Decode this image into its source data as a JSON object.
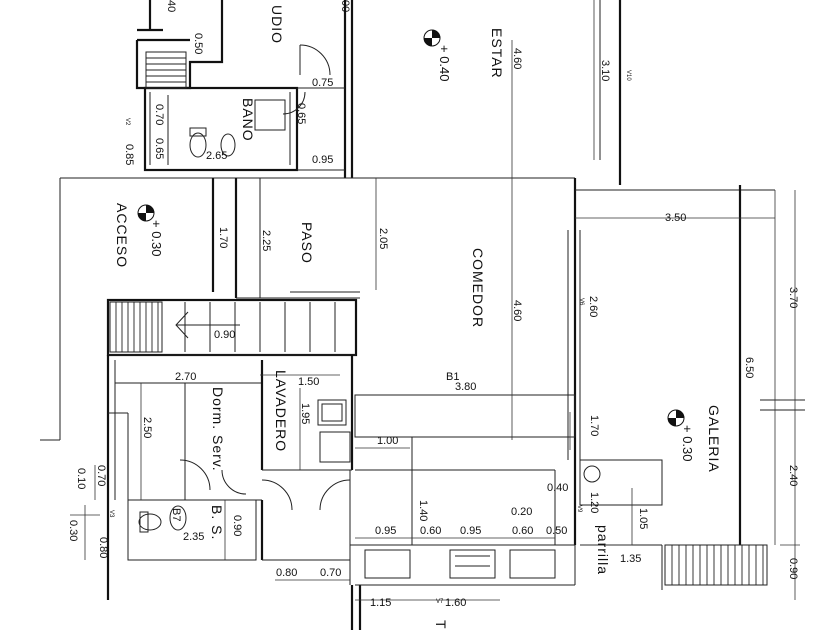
{
  "rooms": {
    "estudio": "UDIO",
    "estar": "ESTAR",
    "bano": "BANO",
    "acceso": "ACCESO",
    "paso": "PASO",
    "comedor": "COMEDOR",
    "galeria": "GALERIA",
    "lavadero": "LAVADERO",
    "dorm_serv": "Dorm. Serv.",
    "bs": "B. S.",
    "parrilla": "parrilla",
    "cut_bottom": "T"
  },
  "levels": {
    "estar": "+ 0.40",
    "acceso": "+ 0.30",
    "galeria": "+ 0.30"
  },
  "tags": {
    "b7": "B7",
    "b1": "B1",
    "v2": "V2",
    "v3": "V3",
    "v6": "V6",
    "v7": "V7",
    "v9": "V9",
    "v10": "V10"
  },
  "dimensions": {
    "d_050": "0.50",
    "d_075": "0.75",
    "d_065a": "0.65",
    "d_070a": "0.70",
    "d_065b": "0.65",
    "d_085": "0.85",
    "d_265": "2.65",
    "d_095a": "0.95",
    "d_460a": "4.60",
    "d_310": "3.10",
    "d_170a": "1.70",
    "d_225": "2.25",
    "d_205": "2.05",
    "d_460b": "4.60",
    "d_350": "3.50",
    "d_370": "3.70",
    "d_260": "2.60",
    "d_650": "6.50",
    "d_090a": "0.90",
    "d_270": "2.70",
    "d_150": "1.50",
    "d_195": "1.95",
    "d_380": "3.80",
    "d_250": "2.50",
    "d_100": "1.00",
    "d_170b": "1.70",
    "d_240": "2.40",
    "d_010": "0.10",
    "d_070b": "0.70",
    "d_040": "0.40",
    "d_120": "1.20",
    "d_105": "1.05",
    "d_140": "1.40",
    "d_020": "0.20",
    "d_030": "0.30",
    "d_080a": "0.80",
    "d_235": "2.35",
    "d_090b": "0.90",
    "d_095b": "0.95",
    "d_060a": "0.60",
    "d_095c": "0.95",
    "d_060b": "0.60",
    "d_050b": "0.50",
    "d_135": "1.35",
    "d_090c": "0.90",
    "d_080b": "0.80",
    "d_070c": "0.70",
    "d_115": "1.15",
    "d_160": "1.60",
    "d_000": "00",
    "d_040t": "40"
  }
}
